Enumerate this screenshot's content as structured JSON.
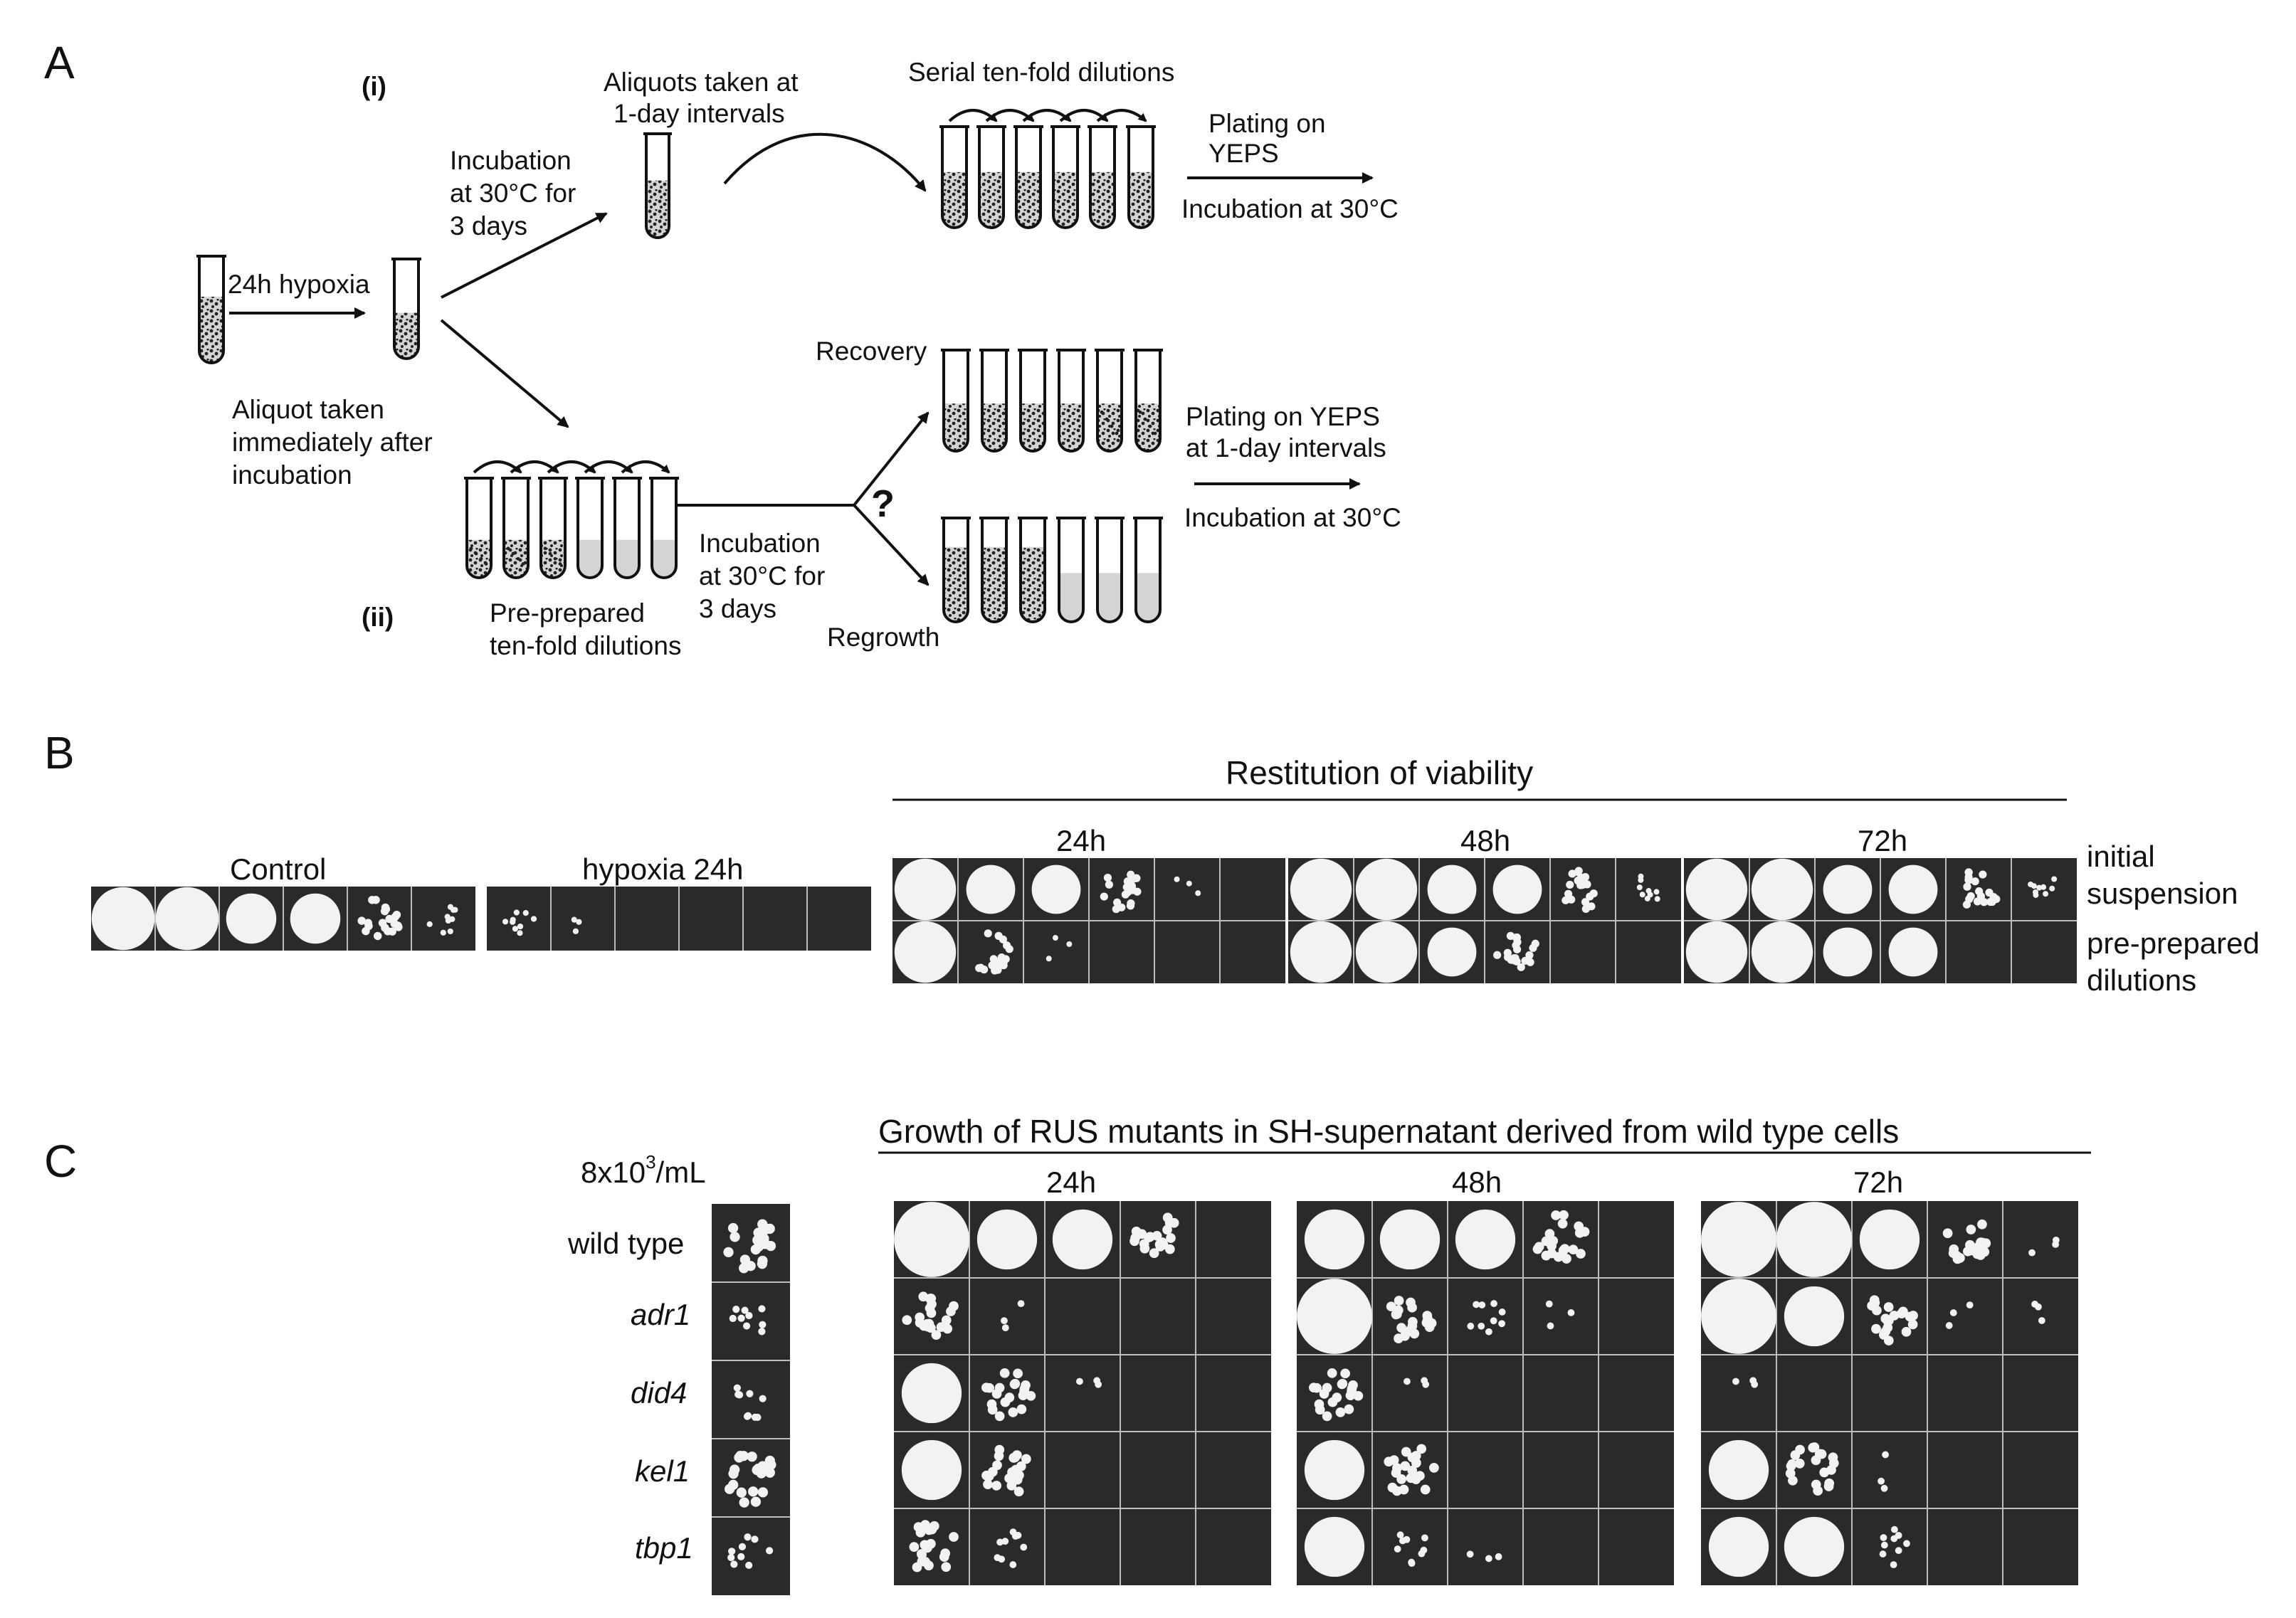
{
  "panels": {
    "a": "A",
    "b": "B",
    "c": "C"
  },
  "panel_a": {
    "route_i": "(i)",
    "route_ii": "(ii)",
    "hypoxia": "24h hypoxia",
    "aliquot_immediate": [
      "Aliquot taken",
      "immediately after",
      "incubation"
    ],
    "incubation_upper": [
      "Incubation",
      "at 30°C for",
      "3 days"
    ],
    "aliquots_daily": [
      "Aliquots taken at",
      "1-day intervals"
    ],
    "serial_dilutions": "Serial ten-fold dilutions",
    "plating_yeps": [
      "Plating on",
      "YEPS"
    ],
    "incubation_30_upper": "Incubation at 30°C",
    "recovery": "Recovery",
    "regrowth": "Regrowth",
    "question": "?",
    "incubation_lower": [
      "Incubation",
      "at 30°C for",
      "3 days"
    ],
    "pre_prepared": [
      "Pre-prepared",
      "ten-fold dilutions"
    ],
    "plating_daily": [
      "Plating on YEPS",
      "at 1-day intervals"
    ],
    "incubation_30_lower": "Incubation at 30°C"
  },
  "panel_b": {
    "control": "Control",
    "hypoxia": "hypoxia 24h",
    "restitution": "Restitution of viability",
    "times": [
      "24h",
      "48h",
      "72h"
    ],
    "rows": [
      [
        "initial",
        "suspension"
      ],
      [
        "pre-prepared",
        "dilutions"
      ]
    ]
  },
  "panel_c": {
    "title": "Growth of RUS mutants in SH-supernatant derived from wild type cells",
    "density": "8x10",
    "density_exp": "3",
    "density_unit": "/mL",
    "strains": [
      "wild type",
      "adr1",
      "did4",
      "kel1",
      "tbp1"
    ],
    "times": [
      "24h",
      "48h",
      "72h"
    ]
  },
  "colors": {
    "plate": "#2a2a2a",
    "grid": "#bdbdbd",
    "colony": "#f2f2f2"
  }
}
